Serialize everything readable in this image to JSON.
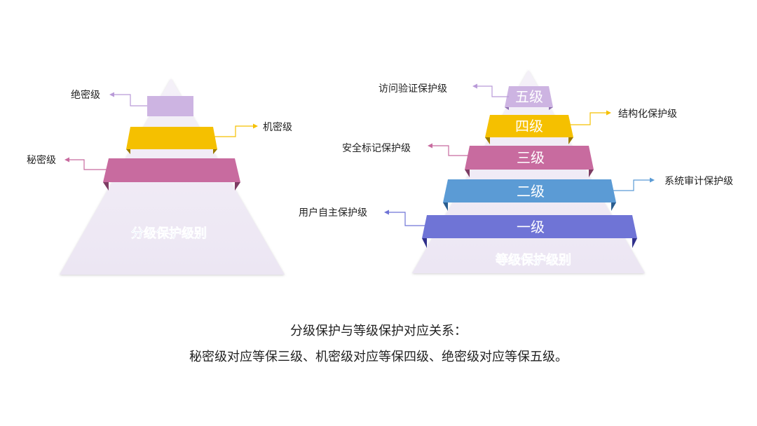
{
  "left_pyramid": {
    "title": "分级保护级别",
    "bands": [
      {
        "label": "绝密级",
        "color": "#cdb4e2"
      },
      {
        "label": "机密级",
        "color": "#f5c000"
      },
      {
        "label": "秘密级",
        "color": "#c86b9f"
      }
    ]
  },
  "right_pyramid": {
    "title": "等级保护级别",
    "bands": [
      {
        "level": "五级",
        "label": "访问验证保护级",
        "color": "#cdb4e2"
      },
      {
        "level": "四级",
        "label": "结构化保护级",
        "color": "#f5c000"
      },
      {
        "level": "三级",
        "label": "安全标记保护级",
        "color": "#c86b9f"
      },
      {
        "level": "二级",
        "label": "系统审计保护级",
        "color": "#5b9bd5"
      },
      {
        "level": "一级",
        "label": "用户自主保护级",
        "color": "#6f74d6"
      }
    ]
  },
  "caption": {
    "line1": "分级保护与等级保护对应关系：",
    "line2": "秘密级对应等保三级、机密级对应等保四级、绝密级对应等保五级。"
  }
}
